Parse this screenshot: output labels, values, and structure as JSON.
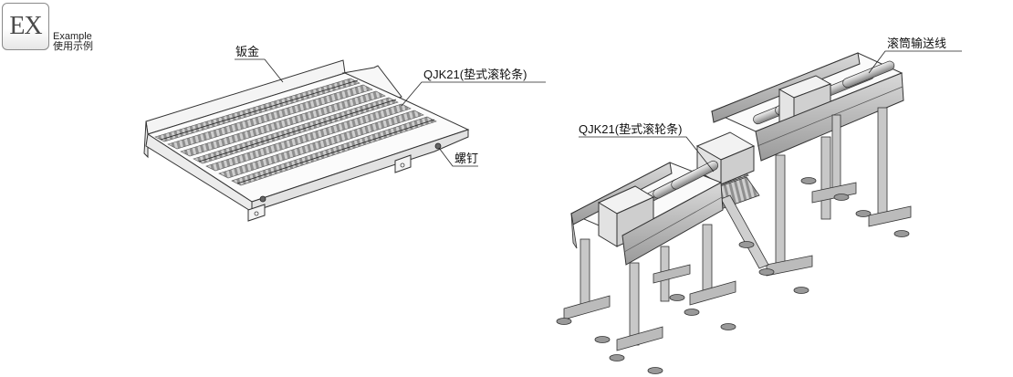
{
  "badge": {
    "text": "EX",
    "caption_en": "Example",
    "caption_zh": "使用示例"
  },
  "left_diagram": {
    "labels": {
      "sheet_metal": "钣金",
      "roller_strip": "QJK21(垫式滚轮条)",
      "screw": "螺钉"
    }
  },
  "right_diagram": {
    "labels": {
      "roller_strip": "QJK21(垫式滚轮条)",
      "conveyor_line": "滚筒输送线"
    }
  }
}
